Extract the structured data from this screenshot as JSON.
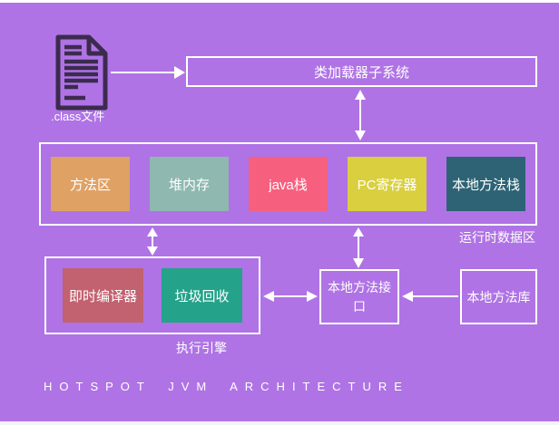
{
  "title": "HOTSPOT JVM ARCHITECTURE",
  "class_file": {
    "label": ".class文件"
  },
  "class_loader": {
    "label": "类加载器子系统"
  },
  "runtime_area": {
    "label": "运行时数据区",
    "blocks": [
      {
        "label": "方法区",
        "color": "#dfa164"
      },
      {
        "label": "堆内存",
        "color": "#8eb8b0"
      },
      {
        "label": "java栈",
        "color": "#f6607e"
      },
      {
        "label": "PC寄存器",
        "color": "#d9cf3f"
      },
      {
        "label": "本地方法栈",
        "color": "#2d6374"
      }
    ]
  },
  "execution_engine": {
    "label": "执行引擎",
    "blocks": [
      {
        "label": "即时编译器",
        "color": "#c2616f"
      },
      {
        "label": "垃圾回收",
        "color": "#25a28a"
      }
    ]
  },
  "native_interface": {
    "label": "本地方法接口"
  },
  "native_library": {
    "label": "本地方法库"
  },
  "colors": {
    "background": "#af73e5",
    "line": "#ffffff",
    "icon_stroke": "#3b2b4e",
    "edge_top": "#ffffff",
    "edge_bottom": "#f7f1f8"
  }
}
